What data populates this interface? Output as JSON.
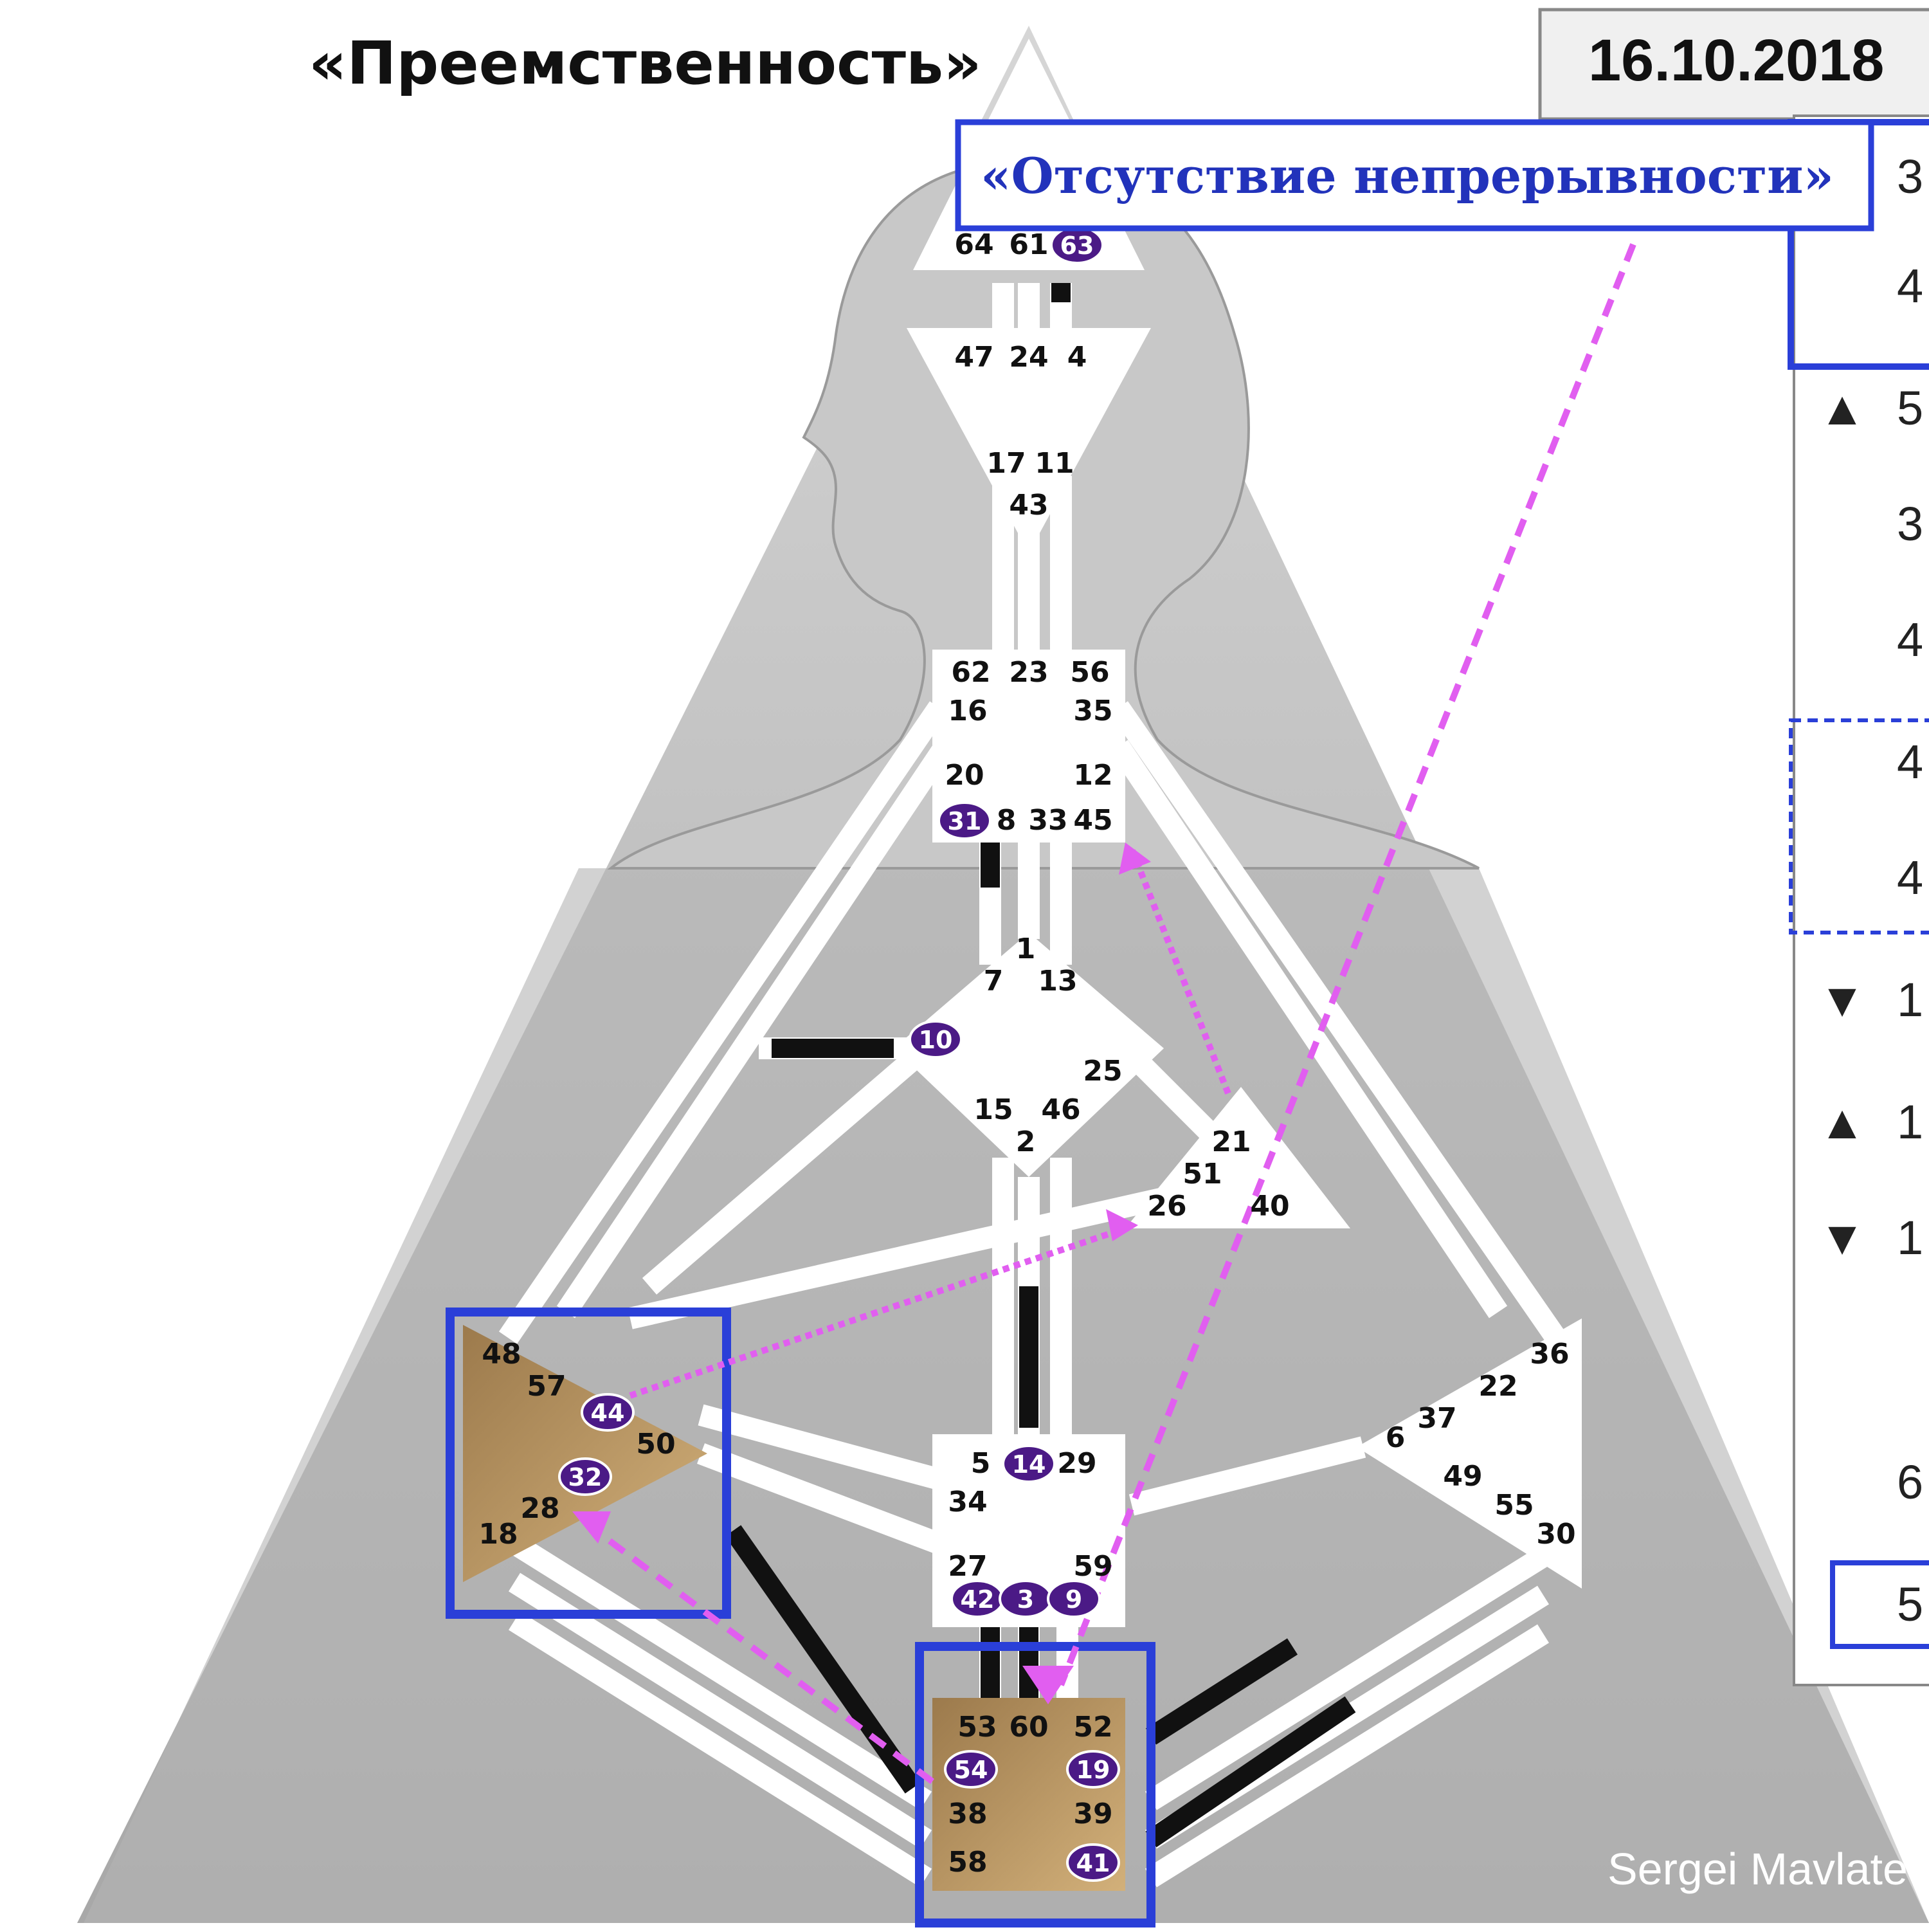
{
  "header": {
    "title": "«Преемственность»",
    "date": "16.10.2018"
  },
  "callout": {
    "label": "«Отсутствие непрерывности»"
  },
  "signature": "Sergei Mavlate",
  "side_table": {
    "rows": [
      {
        "arrow": "",
        "text": "3"
      },
      {
        "arrow": "",
        "text": "4"
      },
      {
        "arrow": "▲",
        "text": "5"
      },
      {
        "arrow": "",
        "text": "3"
      },
      {
        "arrow": "",
        "text": "4"
      },
      {
        "arrow": "",
        "text": "4"
      },
      {
        "arrow": "",
        "text": "4"
      },
      {
        "arrow": "▼",
        "text": "1"
      },
      {
        "arrow": "▲",
        "text": "1"
      },
      {
        "arrow": "▼",
        "text": "1"
      },
      {
        "arrow": "",
        "text": "6"
      },
      {
        "arrow": "",
        "text": "5"
      }
    ]
  },
  "centers": {
    "head": {
      "gates": [
        "64",
        "61",
        "63"
      ],
      "active": [
        "63"
      ]
    },
    "ajna": {
      "gates": [
        "47",
        "24",
        "4",
        "17",
        "11",
        "43"
      ],
      "active": []
    },
    "throat": {
      "gates": [
        "62",
        "23",
        "56",
        "16",
        "35",
        "20",
        "12",
        "31",
        "8",
        "33",
        "45"
      ],
      "active": [
        "31"
      ]
    },
    "g": {
      "gates": [
        "1",
        "7",
        "13",
        "10",
        "25",
        "15",
        "46",
        "2"
      ],
      "active": [
        "10"
      ]
    },
    "heart": {
      "gates": [
        "21",
        "51",
        "26",
        "40"
      ],
      "active": []
    },
    "spleen": {
      "gates": [
        "48",
        "57",
        "44",
        "50",
        "32",
        "28",
        "18"
      ],
      "active": [
        "44",
        "32"
      ]
    },
    "sacral": {
      "gates": [
        "5",
        "14",
        "29",
        "34",
        "27",
        "59",
        "42",
        "3",
        "9"
      ],
      "active": [
        "14",
        "42",
        "3",
        "9"
      ]
    },
    "solar_plexus": {
      "gates": [
        "36",
        "22",
        "6",
        "37",
        "49",
        "55",
        "30"
      ],
      "active": []
    },
    "root": {
      "gates": [
        "53",
        "60",
        "52",
        "54",
        "19",
        "38",
        "39",
        "58",
        "41"
      ],
      "active": [
        "54",
        "19",
        "41"
      ]
    }
  },
  "colors": {
    "highlight_box": "#2a3fd8",
    "callout_text": "#2233bb",
    "active_gate": "#4b1a86",
    "arrow": "#e15ef0",
    "spleen_root_fill": "#b08a58"
  }
}
